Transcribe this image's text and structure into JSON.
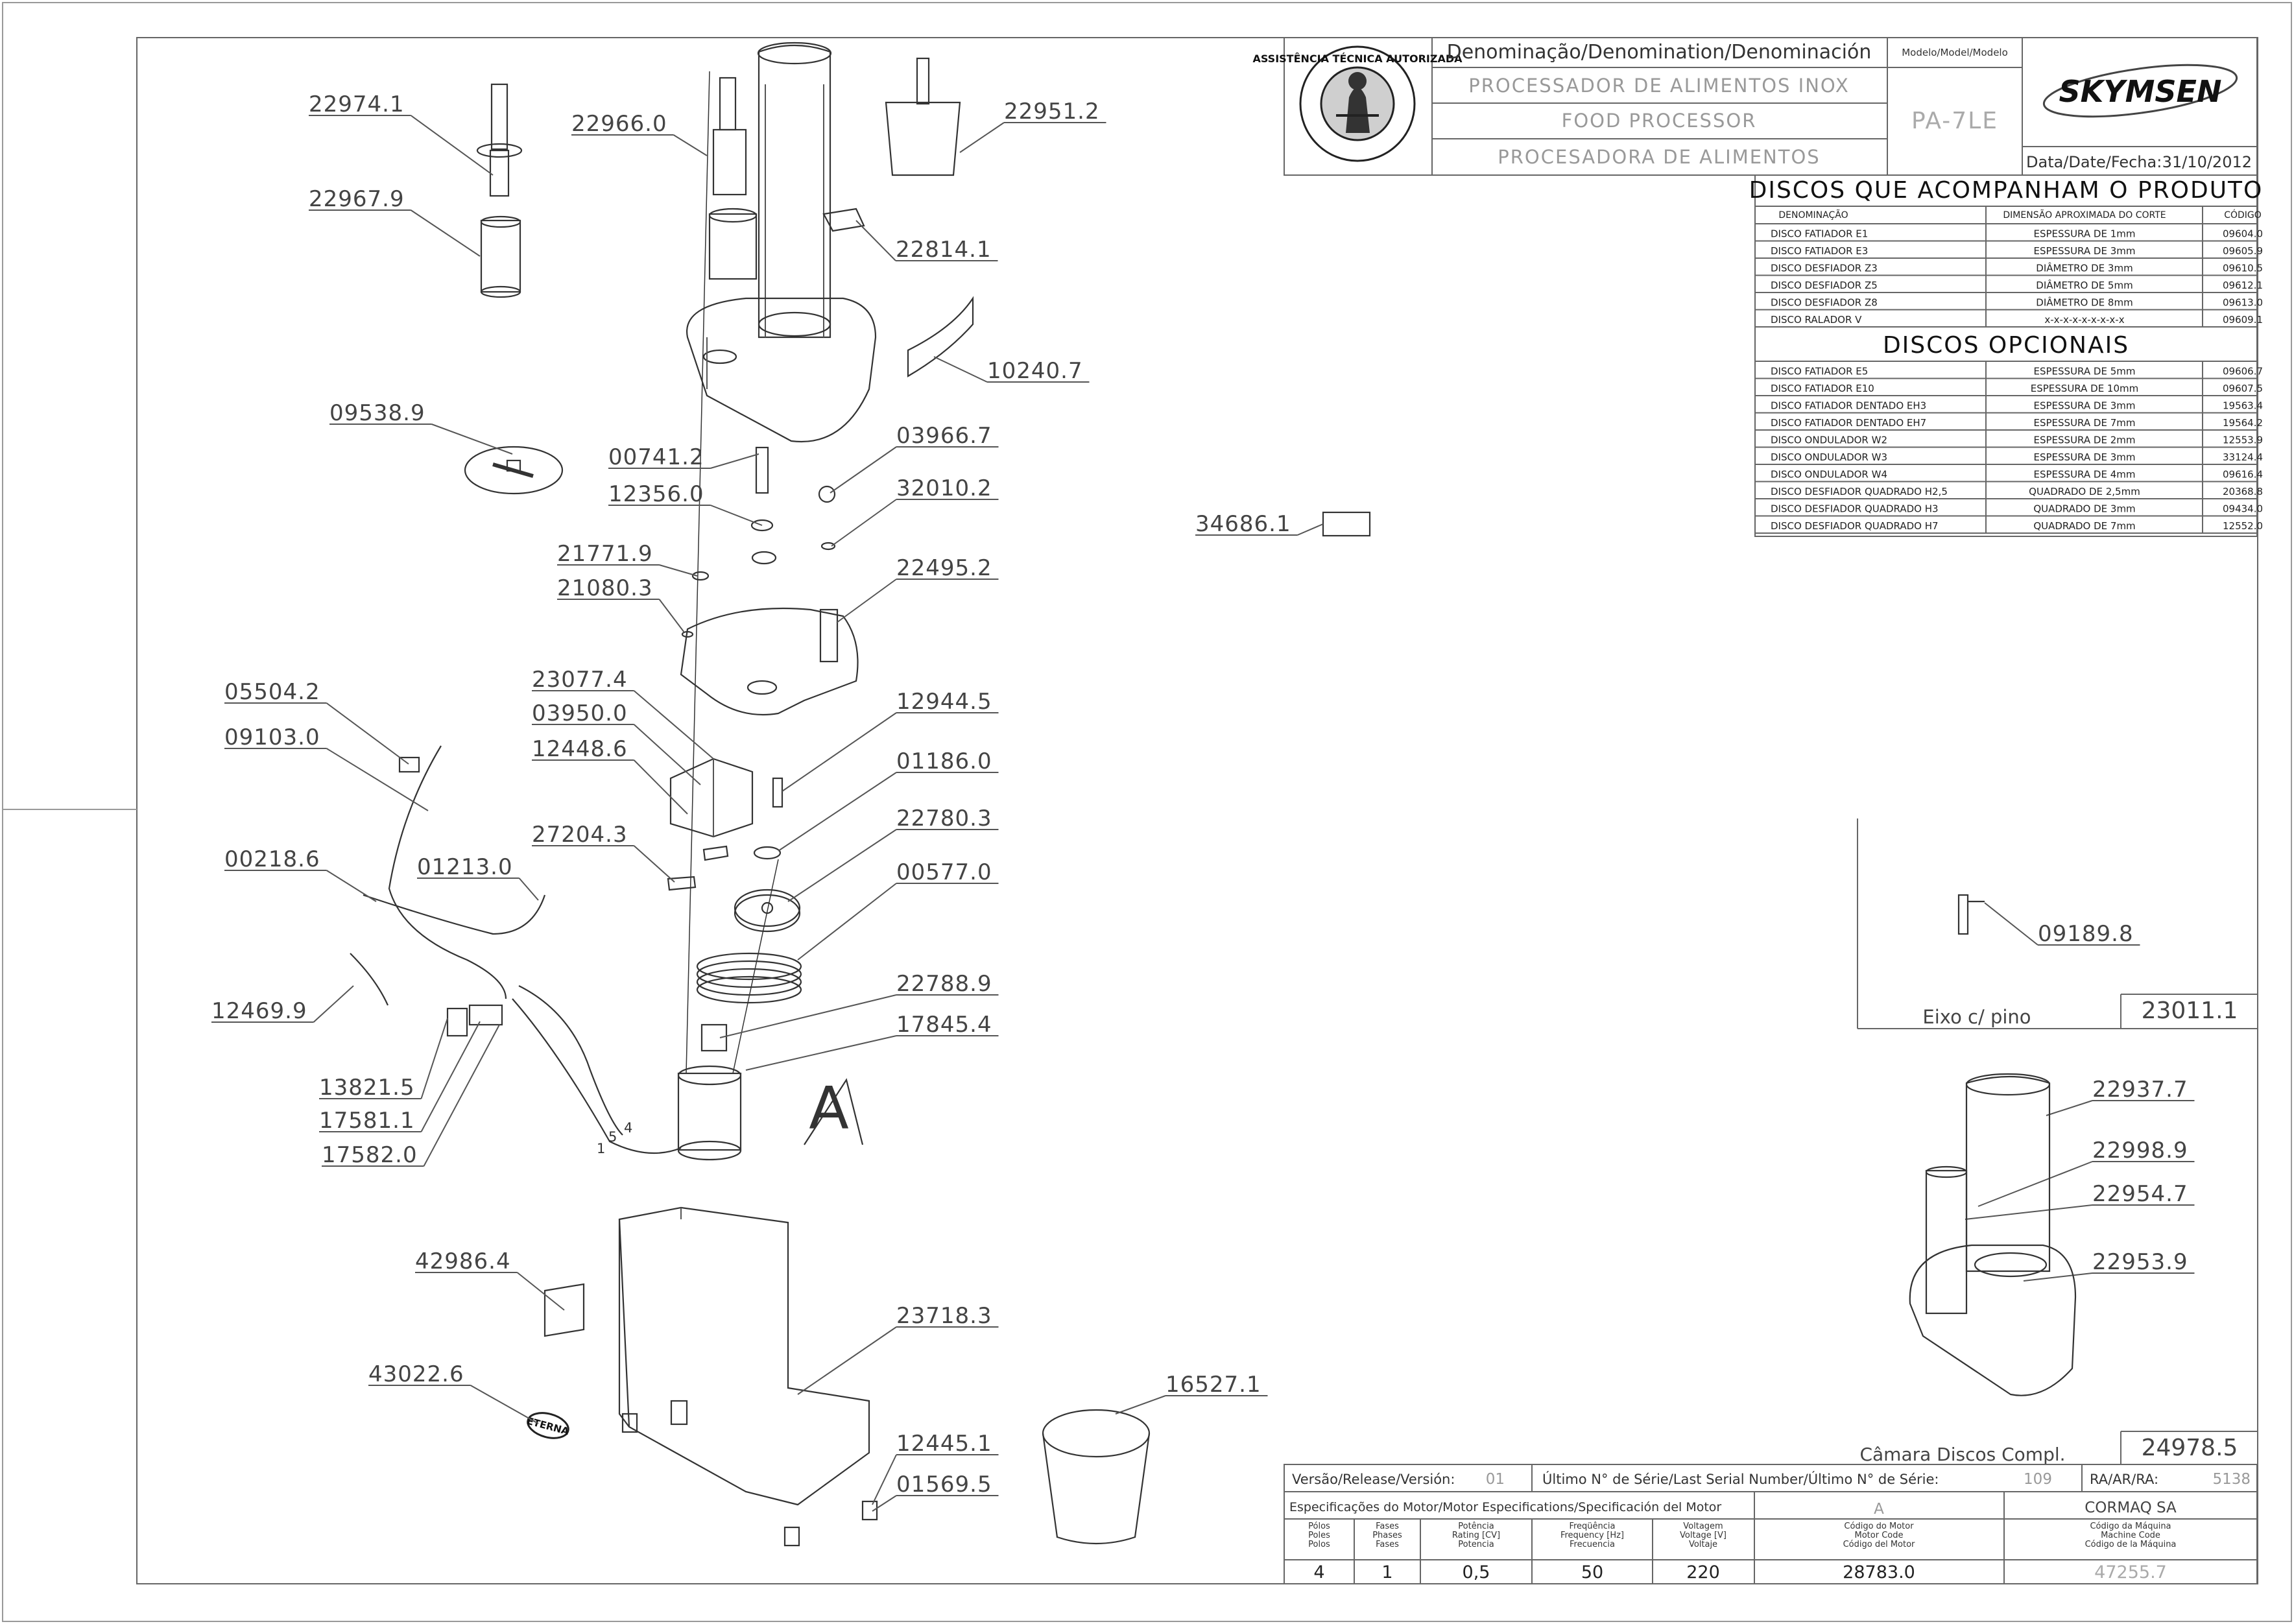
{
  "header": {
    "denomination_label": "Denominação/Denomination/Denominación",
    "model_label": "Modelo/Model/Modelo",
    "name_pt": "PROCESSADOR DE ALIMENTOS INOX",
    "name_en": "FOOD PROCESSOR",
    "name_es": "PROCESADORA DE ALIMENTOS",
    "model": "PA-7LE",
    "brand": "SKYMSEN",
    "date_label": "Data/Date/Fecha:",
    "date": "31/10/2012",
    "seal_text": "ASSISTÊNCIA TÉCNICA AUTORIZADA"
  },
  "included_discs": {
    "title": "DISCOS QUE ACOMPANHAM O PRODUTO",
    "columns": [
      "DENOMINAÇÃO",
      "DIMENSÃO APROXIMADA DO CORTE",
      "CÓDIGO"
    ],
    "rows": [
      [
        "DISCO FATIADOR E1",
        "ESPESSURA DE 1mm",
        "09604.0"
      ],
      [
        "DISCO FATIADOR E3",
        "ESPESSURA DE 3mm",
        "09605.9"
      ],
      [
        "DISCO DESFIADOR Z3",
        "DIÂMETRO DE 3mm",
        "09610.5"
      ],
      [
        "DISCO DESFIADOR Z5",
        "DIÂMETRO DE 5mm",
        "09612.1"
      ],
      [
        "DISCO DESFIADOR Z8",
        "DIÂMETRO DE 8mm",
        "09613.0"
      ],
      [
        "DISCO RALADOR V",
        "x-x-x-x-x-x-x-x-x",
        "09609.1"
      ]
    ]
  },
  "optional_discs": {
    "title": "DISCOS OPCIONAIS",
    "rows": [
      [
        "DISCO FATIADOR E5",
        "ESPESSURA DE 5mm",
        "09606.7"
      ],
      [
        "DISCO FATIADOR E10",
        "ESPESSURA DE 10mm",
        "09607.5"
      ],
      [
        "DISCO FATIADOR DENTADO EH3",
        "ESPESSURA DE 3mm",
        "19563.4"
      ],
      [
        "DISCO FATIADOR DENTADO EH7",
        "ESPESSURA DE 7mm",
        "19564.2"
      ],
      [
        "DISCO ONDULADOR W2",
        "ESPESSURA DE 2mm",
        "12553.9"
      ],
      [
        "DISCO ONDULADOR W3",
        "ESPESSURA DE 3mm",
        "33124.4"
      ],
      [
        "DISCO ONDULADOR W4",
        "ESPESSURA DE 4mm",
        "09616.4"
      ],
      [
        "DISCO DESFIADOR QUADRADO H2,5",
        "QUADRADO DE 2,5mm",
        "20368.8"
      ],
      [
        "DISCO DESFIADOR QUADRADO H3",
        "QUADRADO DE 3mm",
        "09434.0"
      ],
      [
        "DISCO DESFIADOR QUADRADO H7",
        "QUADRADO DE 7mm",
        "12552.0"
      ]
    ]
  },
  "callouts": {
    "c22974_1": "22974.1",
    "c22967_9": "22967.9",
    "c22966_0": "22966.0",
    "c22951_2": "22951.2",
    "c22814_1": "22814.1",
    "c10240_7": "10240.7",
    "c09538_9": "09538.9",
    "c00741_2": "00741.2",
    "c12356_0": "12356.0",
    "c03966_7": "03966.7",
    "c32010_2": "32010.2",
    "c21771_9": "21771.9",
    "c21080_3": "21080.3",
    "c22495_2": "22495.2",
    "c34686_1": "34686.1",
    "c05504_2": "05504.2",
    "c09103_0": "09103.0",
    "c23077_4": "23077.4",
    "c03950_0": "03950.0",
    "c12448_6": "12448.6",
    "c12944_5": "12944.5",
    "c01186_0": "01186.0",
    "c22780_3": "22780.3",
    "c27204_3": "27204.3",
    "c00577_0": "00577.0",
    "c00218_6": "00218.6",
    "c01213_0": "01213.0",
    "c12469_9": "12469.9",
    "c22788_9": "22788.9",
    "c17845_4": "17845.4",
    "c13821_5": "13821.5",
    "c17581_1": "17581.1",
    "c17582_0": "17582.0",
    "c42986_4": "42986.4",
    "c23718_3": "23718.3",
    "c43022_6": "43022.6",
    "c16527_1": "16527.1",
    "c12445_1": "12445.1",
    "c01569_5": "01569.5",
    "c09189_8": "09189.8",
    "c22937_7": "22937.7",
    "c22998_9": "22998.9",
    "c22954_7": "22954.7",
    "c22953_9": "22953.9"
  },
  "misc": {
    "motor_letter": "A",
    "motor_wire_4": "4",
    "motor_wire_5": "5",
    "motor_wire_1": "1",
    "eterna_logo": "ETERNA"
  },
  "detail_shaft": {
    "caption": "Eixo c/ pino",
    "code": "23011.1"
  },
  "detail_chamber": {
    "caption": "Câmara Discos Compl.",
    "code": "24978.5"
  },
  "footer": {
    "version_label": "Versão/Release/Versión:",
    "version": "01",
    "serial_label": "Último N° de Série/Last Serial Number/Último N° de Série:",
    "serial": "109",
    "ra_label": "RA/AR/RA:",
    "ra": "5138",
    "motor_spec_label": "Especificações do Motor/Motor Especifications/Specificación del Motor",
    "motor_letter": "A",
    "company": "CORMAQ SA",
    "poles_label": [
      "Pólos",
      "Poles",
      "Polos"
    ],
    "phases_label": [
      "Fases",
      "Phases",
      "Fases"
    ],
    "power_label": [
      "Potência",
      "Rating [CV]",
      "Potencia"
    ],
    "freq_label": [
      "Freqüência",
      "Frequency [Hz]",
      "Frecuencia"
    ],
    "volt_label": [
      "Voltagem",
      "Voltage [V]",
      "Voltaje"
    ],
    "motor_code_label": [
      "Código do Motor",
      "Motor Code",
      "Código del Motor"
    ],
    "machine_code_label": [
      "Código da Máquina",
      "Machine Code",
      "Código de la Máquina"
    ],
    "poles": "4",
    "phases": "1",
    "power": "0,5",
    "freq": "50",
    "volt": "220",
    "motor_code": "28783.0",
    "machine_code": "47255.7"
  }
}
